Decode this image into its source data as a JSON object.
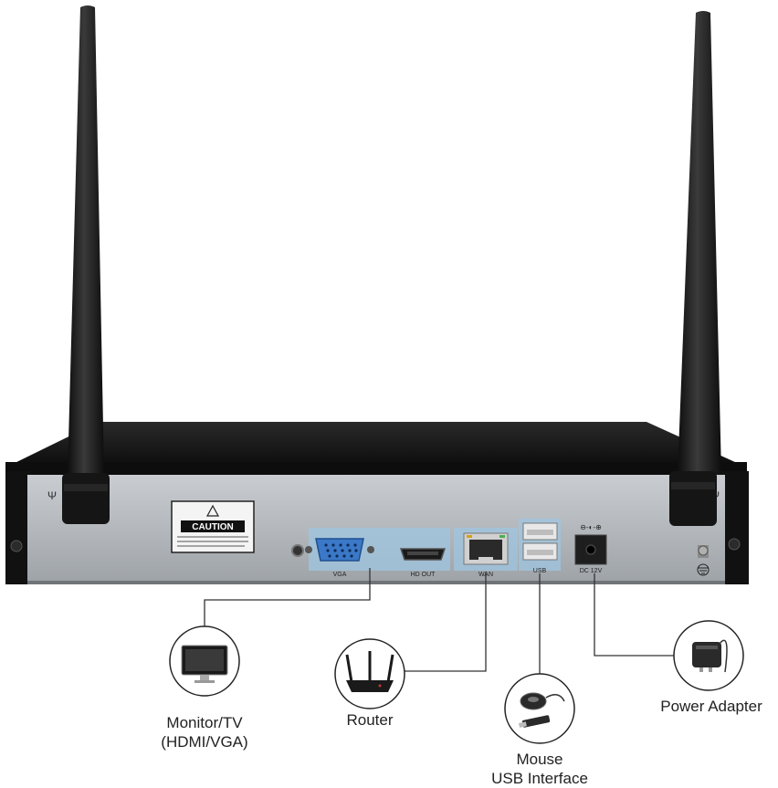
{
  "device": {
    "caution_label": "CAUTION",
    "ports": {
      "vga": "VGA",
      "hdmi": "HD OUT",
      "wan": "WAN",
      "usb": "USB",
      "dc": "DC 12V"
    }
  },
  "peripherals": {
    "monitor": {
      "line1": "Monitor/TV",
      "line2": "(HDMI/VGA)"
    },
    "router": {
      "line1": "Router"
    },
    "mouse": {
      "line1": "Mouse",
      "line2": "USB Interface"
    },
    "power": {
      "line1": "Power Adapter"
    }
  },
  "colors": {
    "chassis_top": "#141414",
    "back_panel": "#b8bcc0",
    "port_highlight": "#9fc6e0",
    "vga_port": "#3b78c7",
    "antenna": "#1b1b1b",
    "cable": "#333333"
  }
}
